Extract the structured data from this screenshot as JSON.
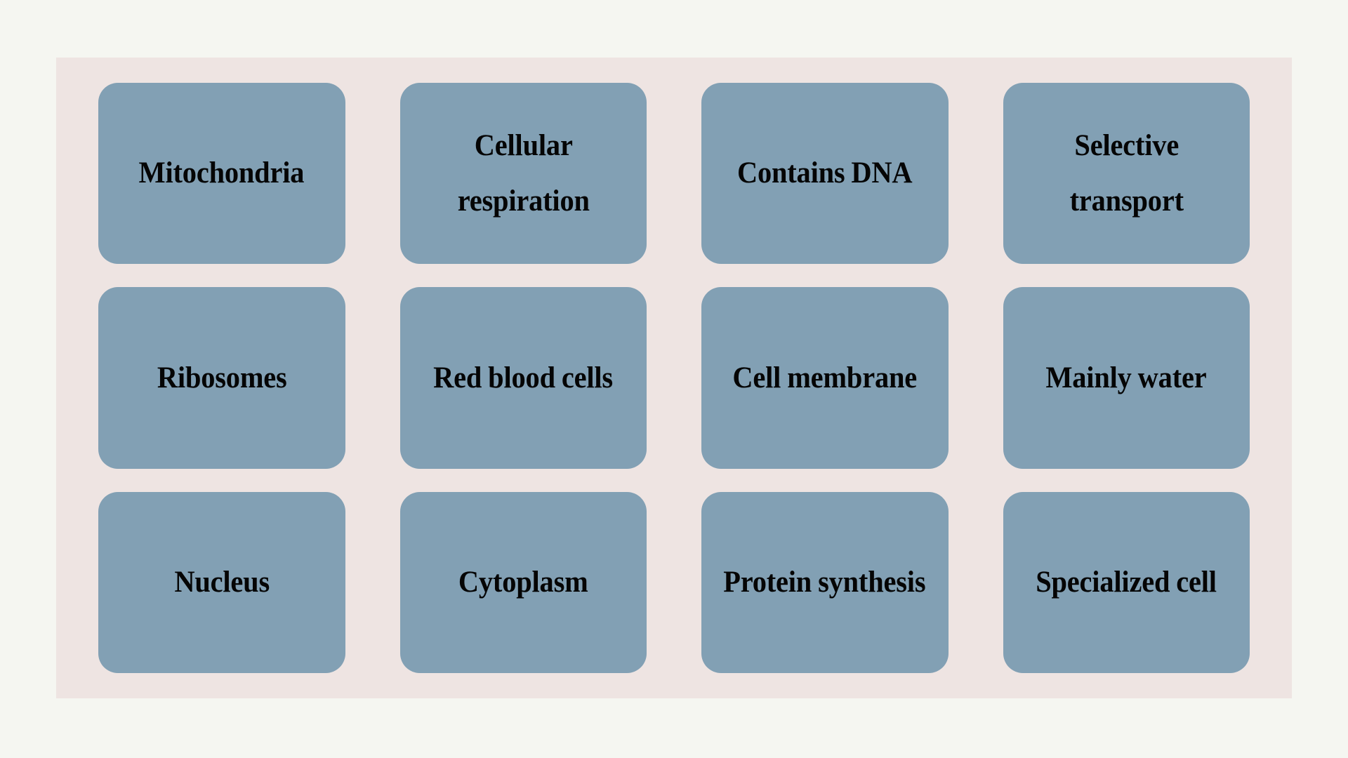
{
  "colors": {
    "page_background": "#f5f6f1",
    "board_background": "#eee4e2",
    "card_background": "#82a0b4",
    "card_text": "#050505"
  },
  "board": {
    "columns": 4,
    "rows": 3,
    "cards": [
      {
        "label": "Mitochondria"
      },
      {
        "label": "Cellular respiration"
      },
      {
        "label": "Contains DNA"
      },
      {
        "label": "Selective transport"
      },
      {
        "label": "Ribosomes"
      },
      {
        "label": "Red blood cells"
      },
      {
        "label": "Cell membrane"
      },
      {
        "label": "Mainly water"
      },
      {
        "label": "Nucleus"
      },
      {
        "label": "Cytoplasm"
      },
      {
        "label": "Protein synthesis"
      },
      {
        "label": "Specialized cell"
      }
    ]
  }
}
